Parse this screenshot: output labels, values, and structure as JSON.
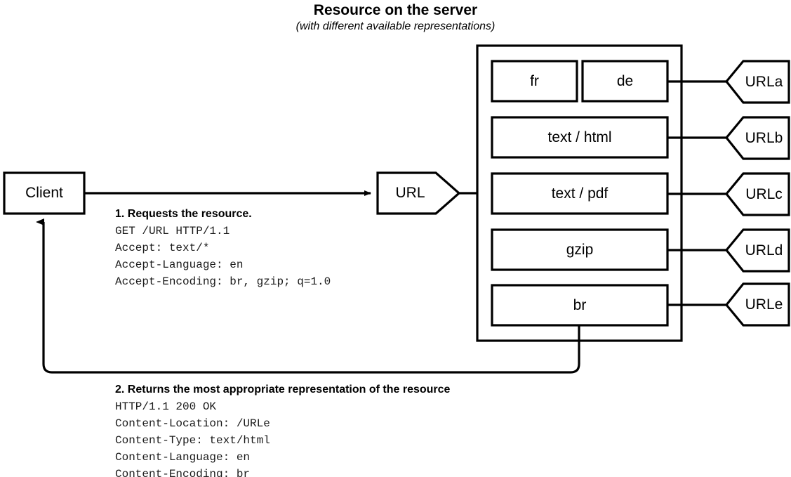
{
  "diagram": {
    "title": "Resource on the server",
    "subtitle": "(with different available representations)",
    "client": {
      "label": "Client"
    },
    "request_url_node": {
      "label": "URL"
    },
    "representations": [
      {
        "label": "fr"
      },
      {
        "label": "de"
      },
      {
        "label": "text / html"
      },
      {
        "label": "text / pdf"
      },
      {
        "label": "gzip"
      },
      {
        "label": "br"
      }
    ],
    "url_variants": [
      {
        "label": "URLa"
      },
      {
        "label": "URLb"
      },
      {
        "label": "URLc"
      },
      {
        "label": "URLd"
      },
      {
        "label": "URLe"
      }
    ],
    "request_message": {
      "title": "1. Requests the resource.",
      "lines": [
        "GET /URL HTTP/1.1",
        "Accept: text/*",
        "Accept-Language: en",
        "Accept-Encoding: br, gzip; q=1.0"
      ]
    },
    "response_message": {
      "title": "2. Returns the most appropriate representation of the resource",
      "lines": [
        "HTTP/1.1 200 OK",
        "Content-Location: /URLe",
        "Content-Type: text/html",
        "Content-Language: en",
        "Content-Encoding: br"
      ]
    },
    "colors": {
      "stroke": "#000000",
      "background": "#ffffff",
      "mono_text": "#1a1a1a"
    }
  }
}
